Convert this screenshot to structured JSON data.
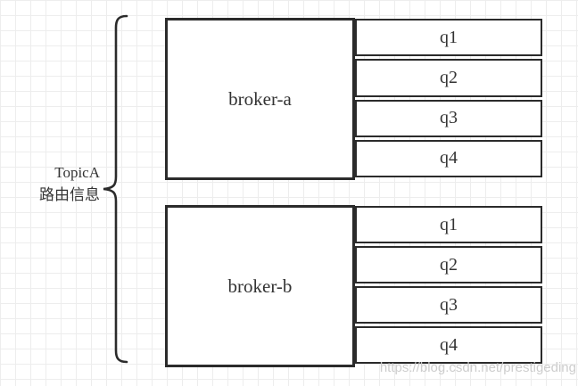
{
  "diagram": {
    "title_label": {
      "line1": "TopicA",
      "line2": "路由信息"
    },
    "groups": [
      {
        "broker": "broker-a",
        "queues": [
          "q1",
          "q2",
          "q3",
          "q4"
        ]
      },
      {
        "broker": "broker-b",
        "queues": [
          "q1",
          "q2",
          "q3",
          "q4"
        ]
      }
    ],
    "watermark": "https://blog.csdn.net/prestigeding"
  },
  "colors": {
    "border": "#2b2b2b",
    "text": "#333333",
    "grid_line": "#ededed",
    "watermark": "#cacaca",
    "background": "#ffffff"
  }
}
